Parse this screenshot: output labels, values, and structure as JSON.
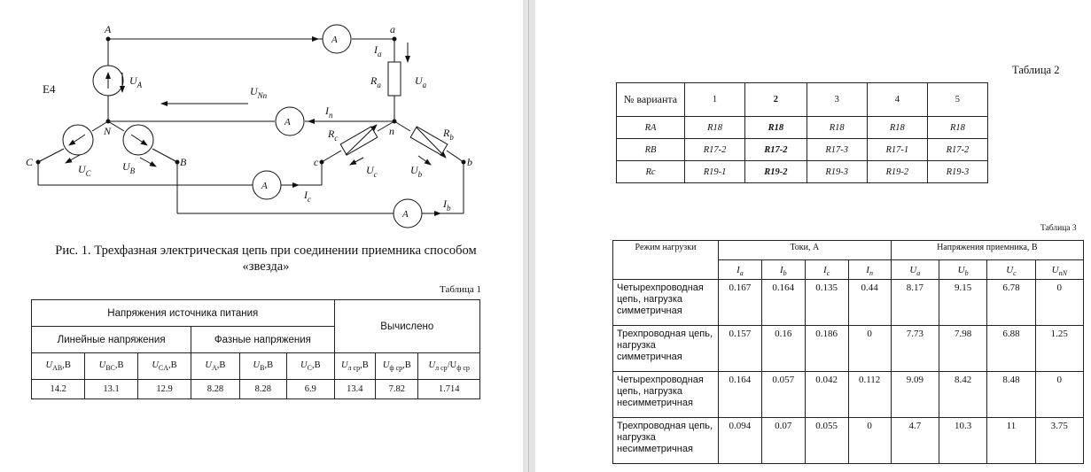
{
  "figure": {
    "labels": {
      "A": "A",
      "a": "a",
      "N": "N",
      "n": "n",
      "B": "B",
      "b": "b",
      "C": "C",
      "c": "c",
      "e4": "E4",
      "ua": "U",
      "ua_sub": "a",
      "uA": "U",
      "uA_sub": "A",
      "uNn": "U",
      "uNn_sub": "Nn",
      "uC": "U",
      "uC_sub": "C",
      "uB": "U",
      "uB_sub": "B",
      "uc": "U",
      "uc_sub": "c",
      "ub": "U",
      "ub_sub": "b",
      "ia": "I",
      "ia_sub": "a",
      "in": "I",
      "in_sub": "n",
      "ic": "I",
      "ic_sub": "c",
      "ib": "I",
      "ib_sub": "b",
      "ra": "R",
      "ra_sub": "a",
      "rc": "R",
      "rc_sub": "c",
      "rb": "R",
      "rb_sub": "b",
      "ammeter": "A"
    },
    "caption": "Рис. 1. Трехфазная электрическая цепь при соединении приемника способом «звезда»"
  },
  "table1": {
    "caption": "Таблица 1",
    "h_source": "Напряжения источника питания",
    "h_computed": "Вычислено",
    "h_line": "Линейные напряжения",
    "h_phase": "Фазные напряжения",
    "cols": [
      {
        "main": "U",
        "sub": "AB",
        "unit": ",В"
      },
      {
        "main": "U",
        "sub": "BC",
        "unit": ",В"
      },
      {
        "main": "U",
        "sub": "CA",
        "unit": ",В"
      },
      {
        "main": "U",
        "sub": "A",
        "unit": ",В"
      },
      {
        "main": "U",
        "sub": "B",
        "unit": ",В"
      },
      {
        "main": "U",
        "sub": "C",
        "unit": ",В"
      },
      {
        "main": "U",
        "sub": "л ср",
        "unit": ",В"
      },
      {
        "main": "U",
        "sub": "ф ср",
        "unit": ",В"
      },
      {
        "main": "U",
        "sub": "л ср",
        "unit": "/U",
        "sub2": "ф ср"
      }
    ],
    "values": [
      "14.2",
      "13.1",
      "12.9",
      "8.28",
      "8.28",
      "6.9",
      "13.4",
      "7.82",
      "1.714"
    ]
  },
  "table2": {
    "caption": "Таблица 2",
    "header": [
      "№ варианта",
      "1",
      "2",
      "3",
      "4",
      "5"
    ],
    "rows": [
      [
        "RA",
        "R18",
        "R18",
        "R18",
        "R18",
        "R18"
      ],
      [
        "RB",
        "R17-2",
        "R17-2",
        "R17-3",
        "R17-1",
        "R17-2"
      ],
      [
        "Rc",
        "R19-1",
        "R19-2",
        "R19-3",
        "R19-2",
        "R19-3"
      ]
    ]
  },
  "table3": {
    "caption": "Таблица 3",
    "h_mode": "Режим нагрузки",
    "h_currents": "Токи, А",
    "h_voltages": "Напряжения приемника, В",
    "subcols": [
      {
        "main": "I",
        "sub": "a"
      },
      {
        "main": "I",
        "sub": "b"
      },
      {
        "main": "I",
        "sub": "c"
      },
      {
        "main": "I",
        "sub": "n"
      },
      {
        "main": "U",
        "sub": "a"
      },
      {
        "main": "U",
        "sub": "b"
      },
      {
        "main": "U",
        "sub": "c"
      },
      {
        "main": "U",
        "sub": "nN"
      }
    ],
    "rows": [
      {
        "mode": "Четырехпроводная цепь, нагрузка симметричная",
        "values": [
          "0.167",
          "0.164",
          "0.135",
          "0.44",
          "8.17",
          "9.15",
          "6.78",
          "0"
        ]
      },
      {
        "mode": "Трехпроводная цепь, нагрузка симметричная",
        "values": [
          "0.157",
          "0.16",
          "0.186",
          "0",
          "7.73",
          "7.98",
          "6.88",
          "1.25"
        ]
      },
      {
        "mode": "Четырехпроводная цепь, нагрузка несимметричная",
        "values": [
          "0.164",
          "0.057",
          "0.042",
          "0.112",
          "9.09",
          "8.42",
          "8.48",
          "0"
        ]
      },
      {
        "mode": "Трехпроводная цепь, нагрузка несимметричная",
        "values": [
          "0.094",
          "0.07",
          "0.055",
          "0",
          "4.7",
          "10.3",
          "11",
          "3.75"
        ]
      }
    ]
  }
}
